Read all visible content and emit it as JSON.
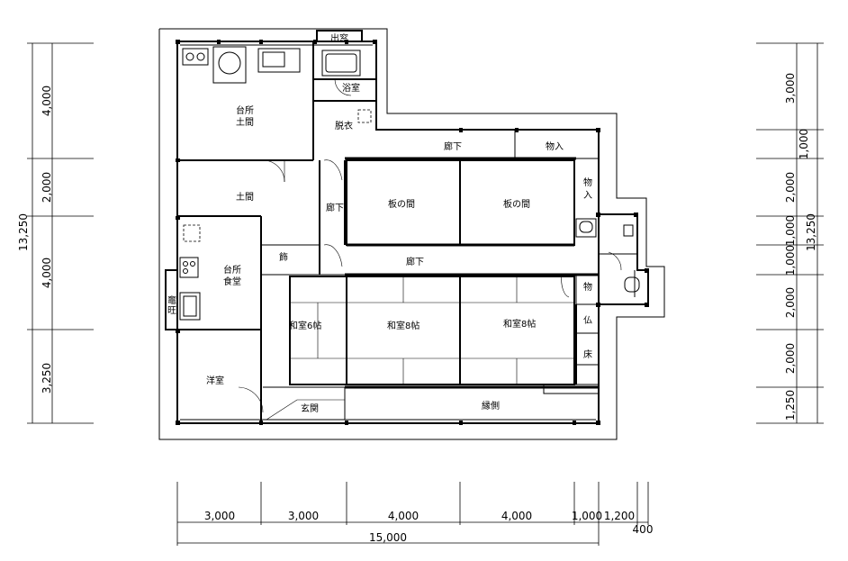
{
  "rooms": {
    "demado": "出窓",
    "yokushitsu": "浴室",
    "datsui": "脱衣",
    "daidokoro_doma_1": "台所",
    "daidokoro_doma_2": "土間",
    "doma": "土間",
    "roka_top": "廊下",
    "mono_top": "物入",
    "itanoma_1": "板の間",
    "itanoma_2": "板の間",
    "mono_right_1": "物",
    "mono_right_2": "入",
    "roka_left": "廊下",
    "kazari": "飾",
    "daidokoro_shokudo_1": "台所",
    "daidokoro_shokudo_2": "食堂",
    "roka_middle": "廊下",
    "mono_side": "物",
    "washitsu_6": "和室6帖",
    "washitsu_8a": "和室8帖",
    "washitsu_8b": "和室8帖",
    "butsu": "仏",
    "toko": "床",
    "yoshitsu": "洋室",
    "genkan": "玄関",
    "engawa": "縁側",
    "kamado_1": "竈",
    "kamado_2": "旺"
  },
  "dims": {
    "left_total": "13,250",
    "left_1": "4,000",
    "left_2": "2,000",
    "left_3": "4,000",
    "left_4": "3,250",
    "right_total": "13,250",
    "right_1": "3,000",
    "right_2": "1,000",
    "right_3": "2,000",
    "right_4": "1,000",
    "right_5": "1,000",
    "right_6": "2,000",
    "right_7": "2,000",
    "right_8": "1,250",
    "bottom_1": "3,000",
    "bottom_2": "3,000",
    "bottom_3": "4,000",
    "bottom_4": "4,000",
    "bottom_5": "1,000",
    "bottom_6": "1,200",
    "bottom_7": "400",
    "bottom_total": "15,000"
  }
}
